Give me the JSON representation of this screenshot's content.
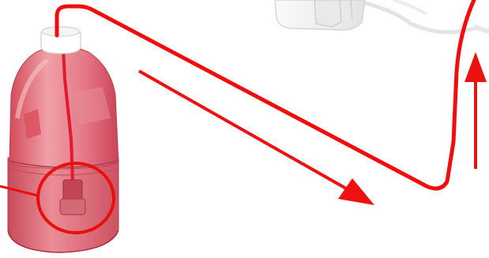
{
  "diagram": {
    "description": "",
    "colors": {
      "tube": "#f20d0d",
      "arrow": "#ee1111",
      "callout": "#e80f0f",
      "bottle_fill": "#e97a86",
      "bottle_shade": "#d85462",
      "cap": "#ffffff",
      "device": "#f2f2f2",
      "device_line": "#c9c9c9"
    },
    "elements": {
      "bottle": "reservoir-bottle",
      "tube": "flow-tube",
      "arrows": [
        "flow-arrow-down",
        "flow-arrow-up"
      ],
      "callout": "filter-callout-circle"
    }
  }
}
